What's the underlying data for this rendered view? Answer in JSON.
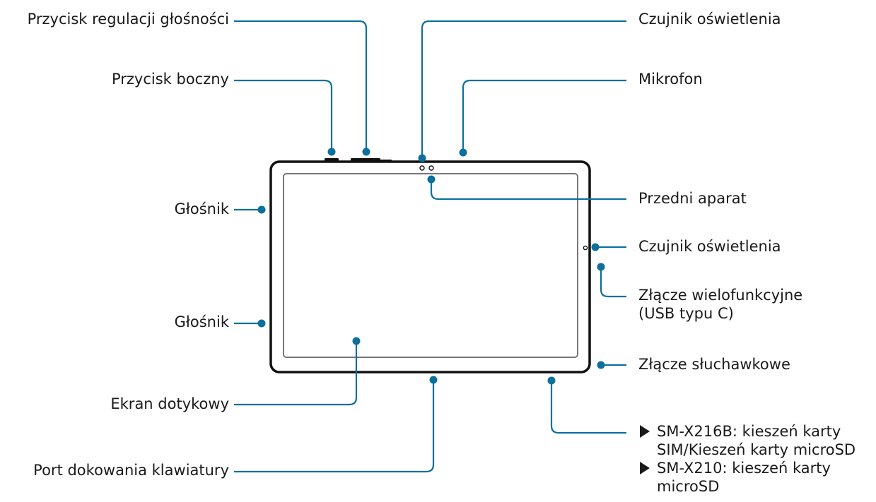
{
  "colors": {
    "callout_line": "#0c6f9e",
    "device_outline": "#111111",
    "screen_outline": "#777777",
    "text": "#1a1a1a"
  },
  "labels": {
    "volume_button": "Przycisk regulacji głośności",
    "side_button": "Przycisk boczny",
    "speaker_top": "Głośnik",
    "speaker_bottom": "Głośnik",
    "touch_screen": "Ekran dotykowy",
    "keyboard_dock": "Port dokowania klawiatury",
    "light_sensor_top": "Czujnik oświetlenia",
    "microphone": "Mikrofon",
    "front_camera": "Przedni aparat",
    "light_sensor_side": "Czujnik oświetlenia",
    "usb_connector": "Złącze wielofunkcyjne\n(USB typu C)",
    "headset_jack": "Złącze słuchawkowe",
    "notes": [
      "SM-X216B: kieszeń karty\nSIM/Kieszeń karty microSD",
      "SM-X210: kieszeń karty\nmicroSD"
    ]
  }
}
